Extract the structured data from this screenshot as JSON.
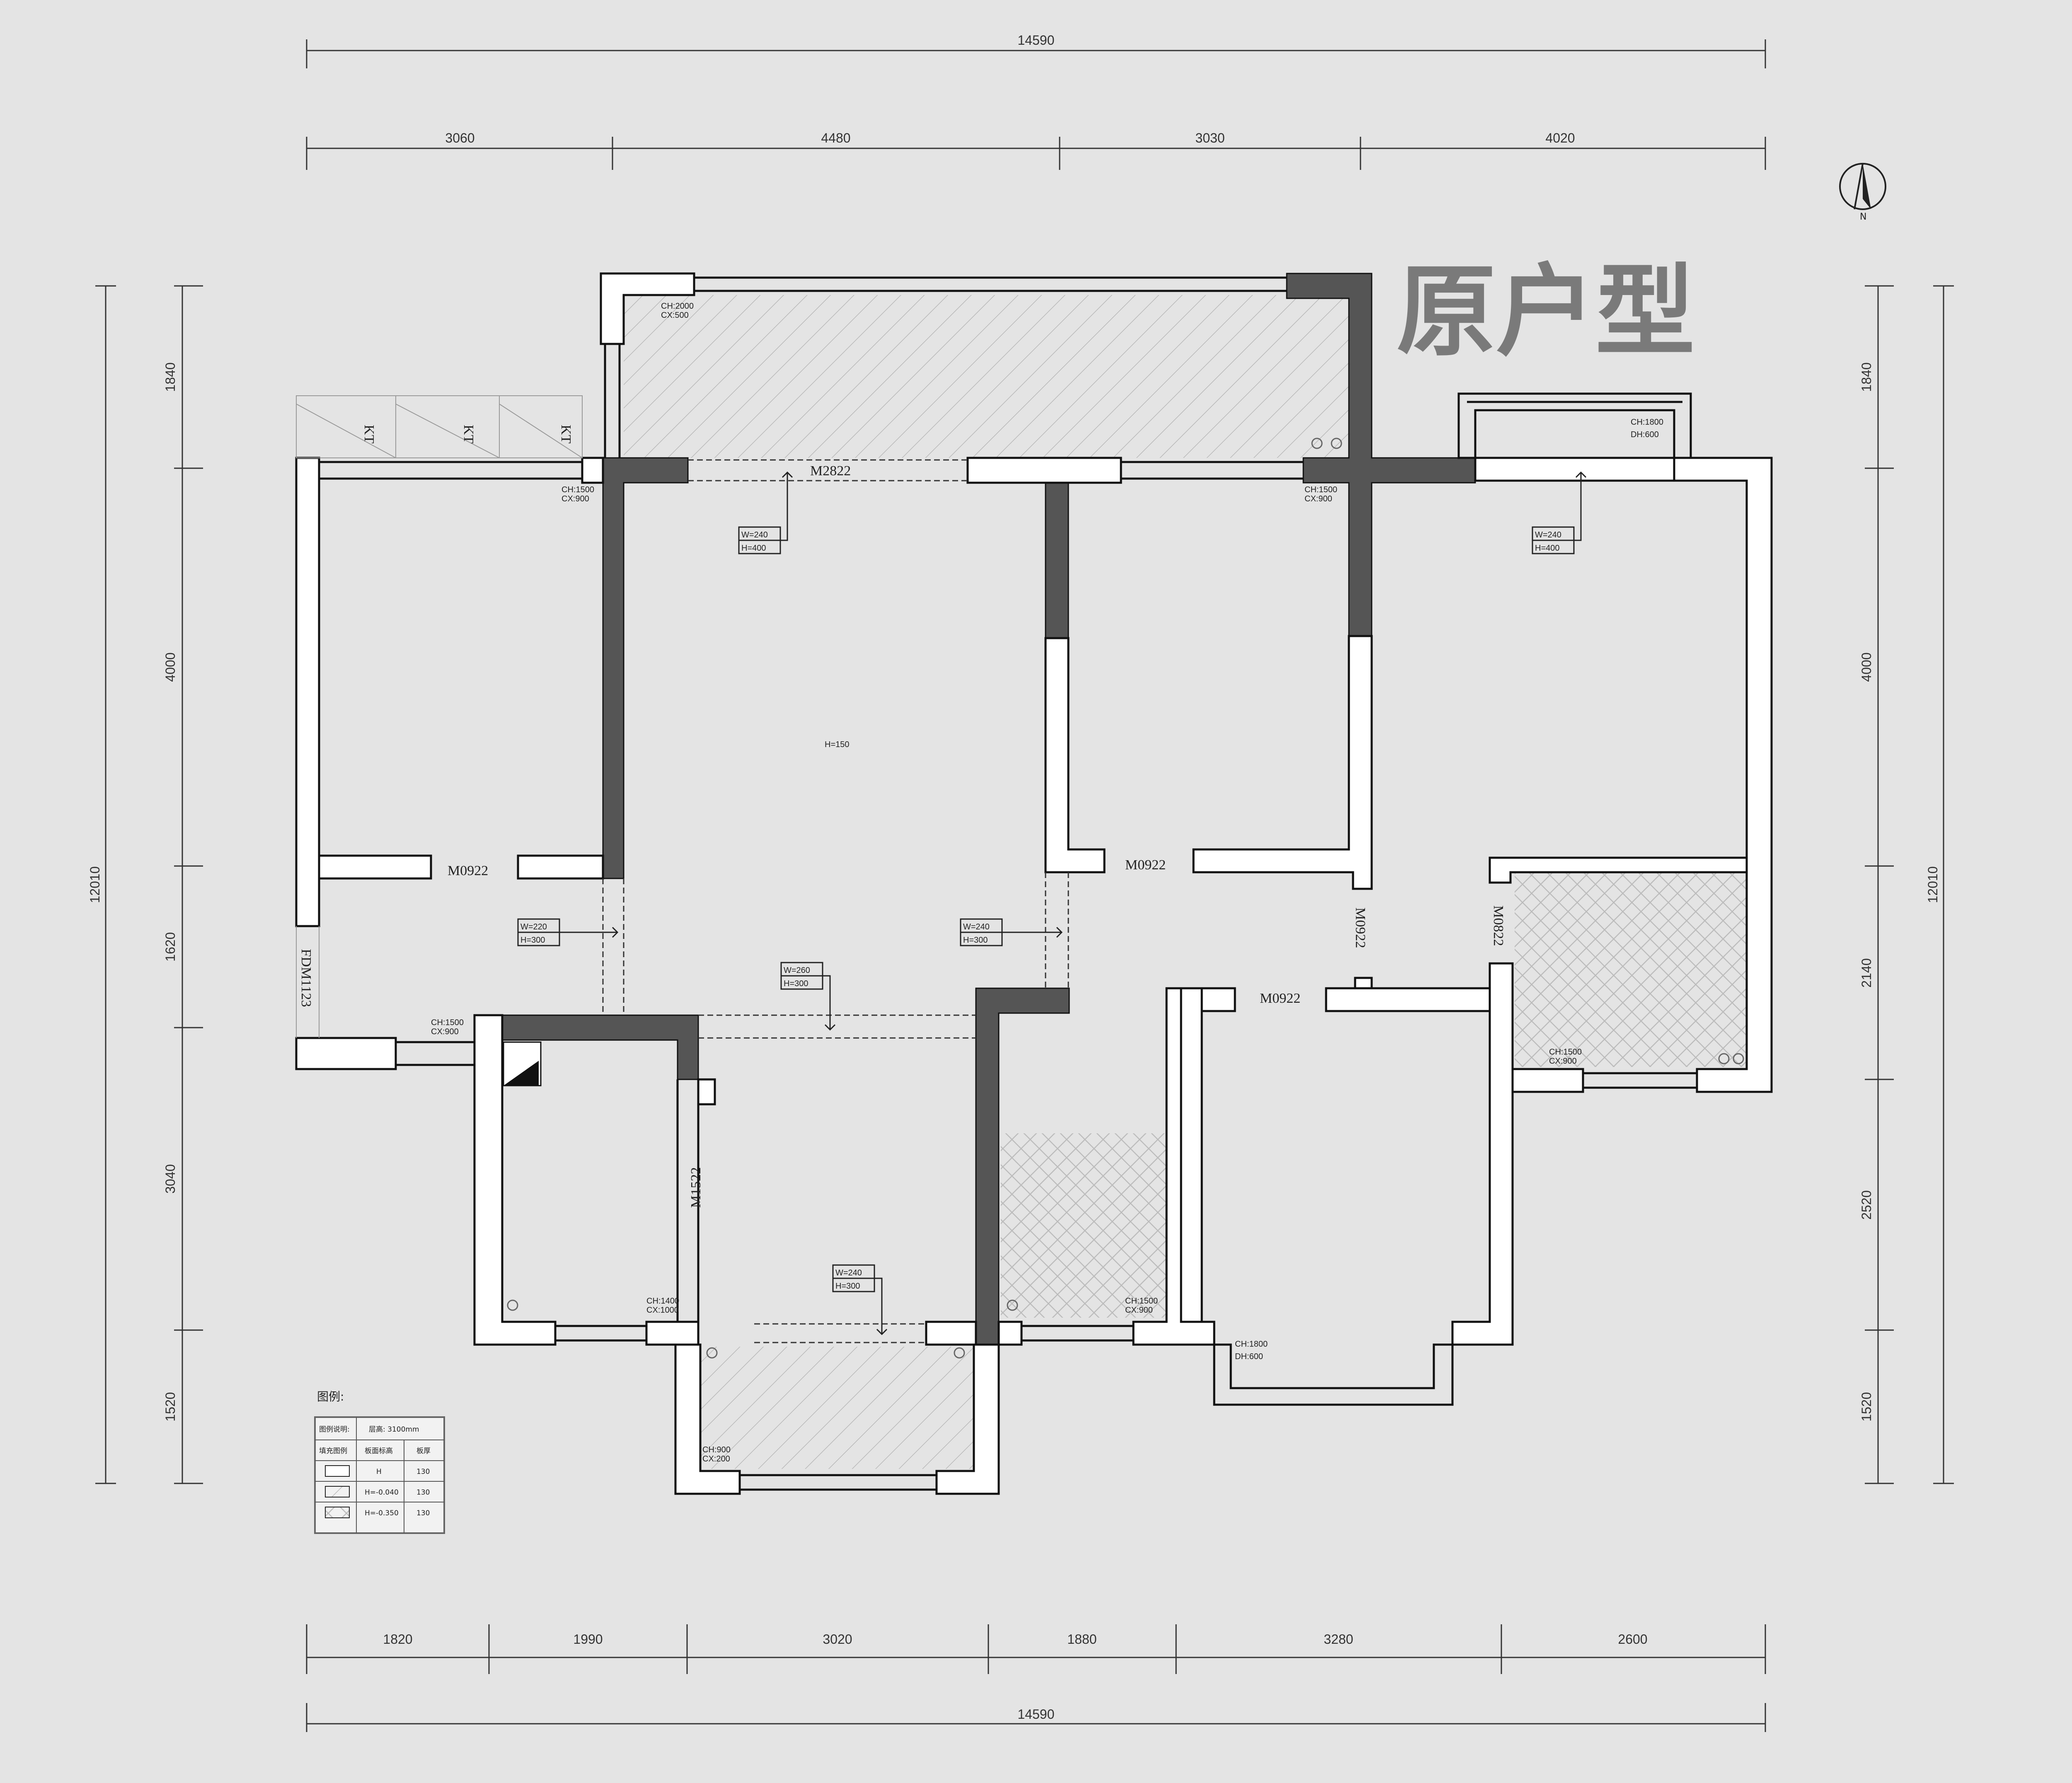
{
  "title": "原户型",
  "dimensions": {
    "top_total": "14590",
    "top_segments": [
      "3060",
      "4480",
      "3030",
      "4020"
    ],
    "bottom_total": "14590",
    "bottom_segments": [
      "1820",
      "1990",
      "3020",
      "1880",
      "3280",
      "2600"
    ],
    "left_total": "12010",
    "left_segments": [
      "1840",
      "4000",
      "1620",
      "3040",
      "1520"
    ],
    "right_total": "12010",
    "right_segments": [
      "1840",
      "4000",
      "2140",
      "2520",
      "1520"
    ]
  },
  "doors": {
    "m2822": "M2822",
    "m0922_left": "M0922",
    "m0922_mid": "M0922",
    "m0922_vertical": "M0922",
    "m0822": "M0822",
    "m0922_lower": "M0922",
    "m1522": "M1522",
    "fdm1123": "FDM1123"
  },
  "ac_units": [
    "KT",
    "KT",
    "KT"
  ],
  "windows": {
    "w_top_balcony": [
      "CH:2000",
      "CX:500"
    ],
    "w_left_top": [
      "CH:1500",
      "CX:900"
    ],
    "w_mid_top": [
      "CH:1500",
      "CX:900"
    ],
    "w_right_top": [
      "CH:1800",
      "DH:600"
    ],
    "w_left_lower": [
      "CH:1500",
      "CX:900"
    ],
    "w_right_lower": [
      "CH:1500",
      "CX:900"
    ],
    "w_kitchen": [
      "CH:1400",
      "CX:1000"
    ],
    "w_bottom_mid": [
      "CH:1500",
      "CX:900"
    ],
    "w_bay_bottom": [
      "CH:1800",
      "DH:600"
    ],
    "w_balcony_bottom": [
      "CH:900",
      "CX:200"
    ]
  },
  "beams": {
    "b1": [
      "W=240",
      "H=400"
    ],
    "b2": [
      "W=240",
      "H=400"
    ],
    "b3": [
      "W=220",
      "H=300"
    ],
    "b4": [
      "W=240",
      "H=300"
    ],
    "b5": [
      "W=260",
      "H=300"
    ],
    "b6": [
      "W=240",
      "H=300"
    ]
  },
  "ceiling": "H=150",
  "legend": {
    "heading": "图例:",
    "row0": [
      "图例说明:",
      "层高: 3100mm"
    ],
    "header": [
      "填充图例",
      "板面标高",
      "板厚"
    ],
    "rows": [
      [
        "H",
        "130"
      ],
      [
        "H=-0.040",
        "130"
      ],
      [
        "H=-0.350",
        "130"
      ]
    ]
  },
  "colors": {
    "background": "#e4e4e4",
    "wall": "#111111",
    "structural": "#555555",
    "title": "#7a7a7a"
  }
}
